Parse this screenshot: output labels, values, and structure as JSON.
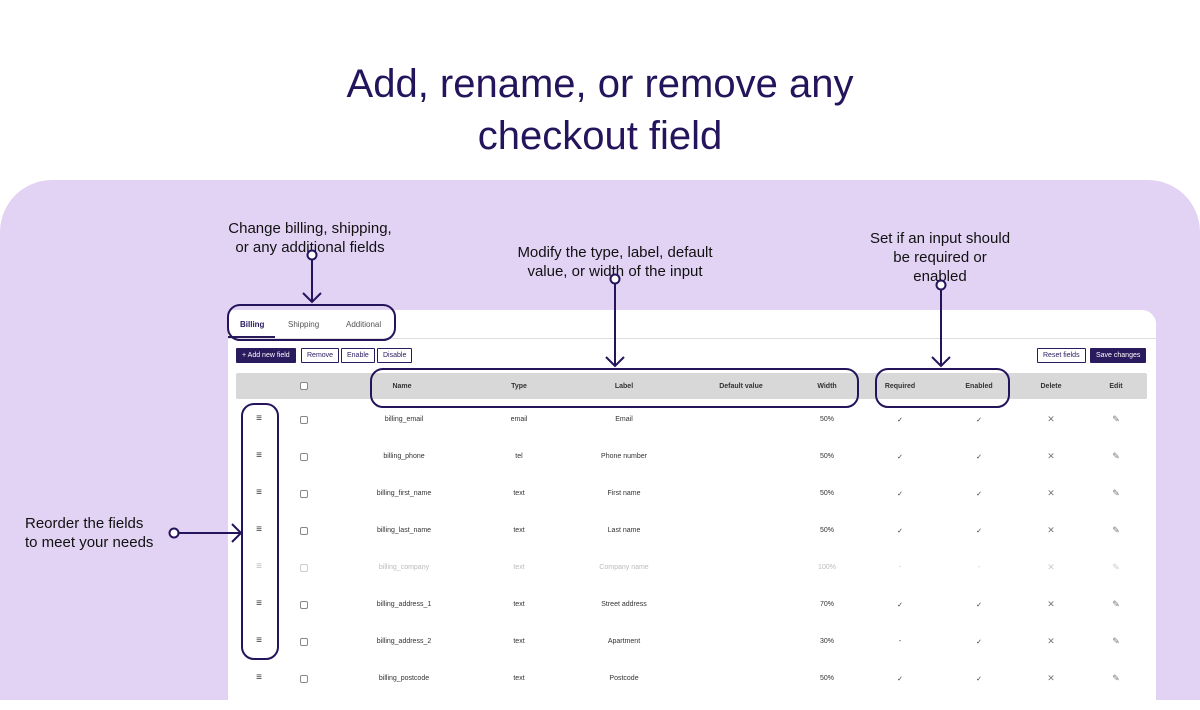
{
  "title_lines": [
    "Add, rename, or remove any",
    "checkout field"
  ],
  "annotations": {
    "tabs": [
      "Change billing, shipping,",
      "or any additional fields"
    ],
    "columns": [
      "Modify the type, label, default",
      "value, or width of the input"
    ],
    "required": [
      "Set if an input should",
      "be required or",
      "enabled"
    ],
    "reorder": [
      "Reorder the fields",
      "to meet your needs"
    ]
  },
  "tabs": [
    {
      "label": "Billing",
      "active": true
    },
    {
      "label": "Shipping"
    },
    {
      "label": "Additional"
    }
  ],
  "toolbar": {
    "add": "+ Add new field",
    "remove": "Remove",
    "enable": "Enable",
    "disable": "Disable",
    "reset": "Reset fields",
    "save": "Save changes"
  },
  "columns": {
    "name": "Name",
    "type": "Type",
    "label": "Label",
    "default": "Default value",
    "width": "Width",
    "required": "Required",
    "enabled": "Enabled",
    "delete": "Delete",
    "edit": "Edit"
  },
  "rows": [
    {
      "name": "billing_email",
      "type": "email",
      "label": "Email",
      "default": "",
      "width": "50%",
      "required": "✓",
      "enabled": "✓",
      "disabled": false
    },
    {
      "name": "billing_phone",
      "type": "tel",
      "label": "Phone number",
      "default": "",
      "width": "50%",
      "required": "✓",
      "enabled": "✓",
      "disabled": false
    },
    {
      "name": "billing_first_name",
      "type": "text",
      "label": "First name",
      "default": "",
      "width": "50%",
      "required": "✓",
      "enabled": "✓",
      "disabled": false
    },
    {
      "name": "billing_last_name",
      "type": "text",
      "label": "Last name",
      "default": "",
      "width": "50%",
      "required": "✓",
      "enabled": "✓",
      "disabled": false
    },
    {
      "name": "billing_company",
      "type": "text",
      "label": "Company name",
      "default": "",
      "width": "100%",
      "required": "-",
      "enabled": "-",
      "disabled": true
    },
    {
      "name": "billing_address_1",
      "type": "text",
      "label": "Street address",
      "default": "",
      "width": "70%",
      "required": "✓",
      "enabled": "✓",
      "disabled": false
    },
    {
      "name": "billing_address_2",
      "type": "text",
      "label": "Apartment",
      "default": "",
      "width": "30%",
      "required": "-",
      "enabled": "✓",
      "disabled": false
    },
    {
      "name": "billing_postcode",
      "type": "text",
      "label": "Postcode",
      "default": "",
      "width": "50%",
      "required": "✓",
      "enabled": "✓",
      "disabled": false
    }
  ],
  "colors": {
    "accent": "#2a1a5e",
    "panel": "#e2d3f5",
    "header": "#d8d8d8"
  }
}
